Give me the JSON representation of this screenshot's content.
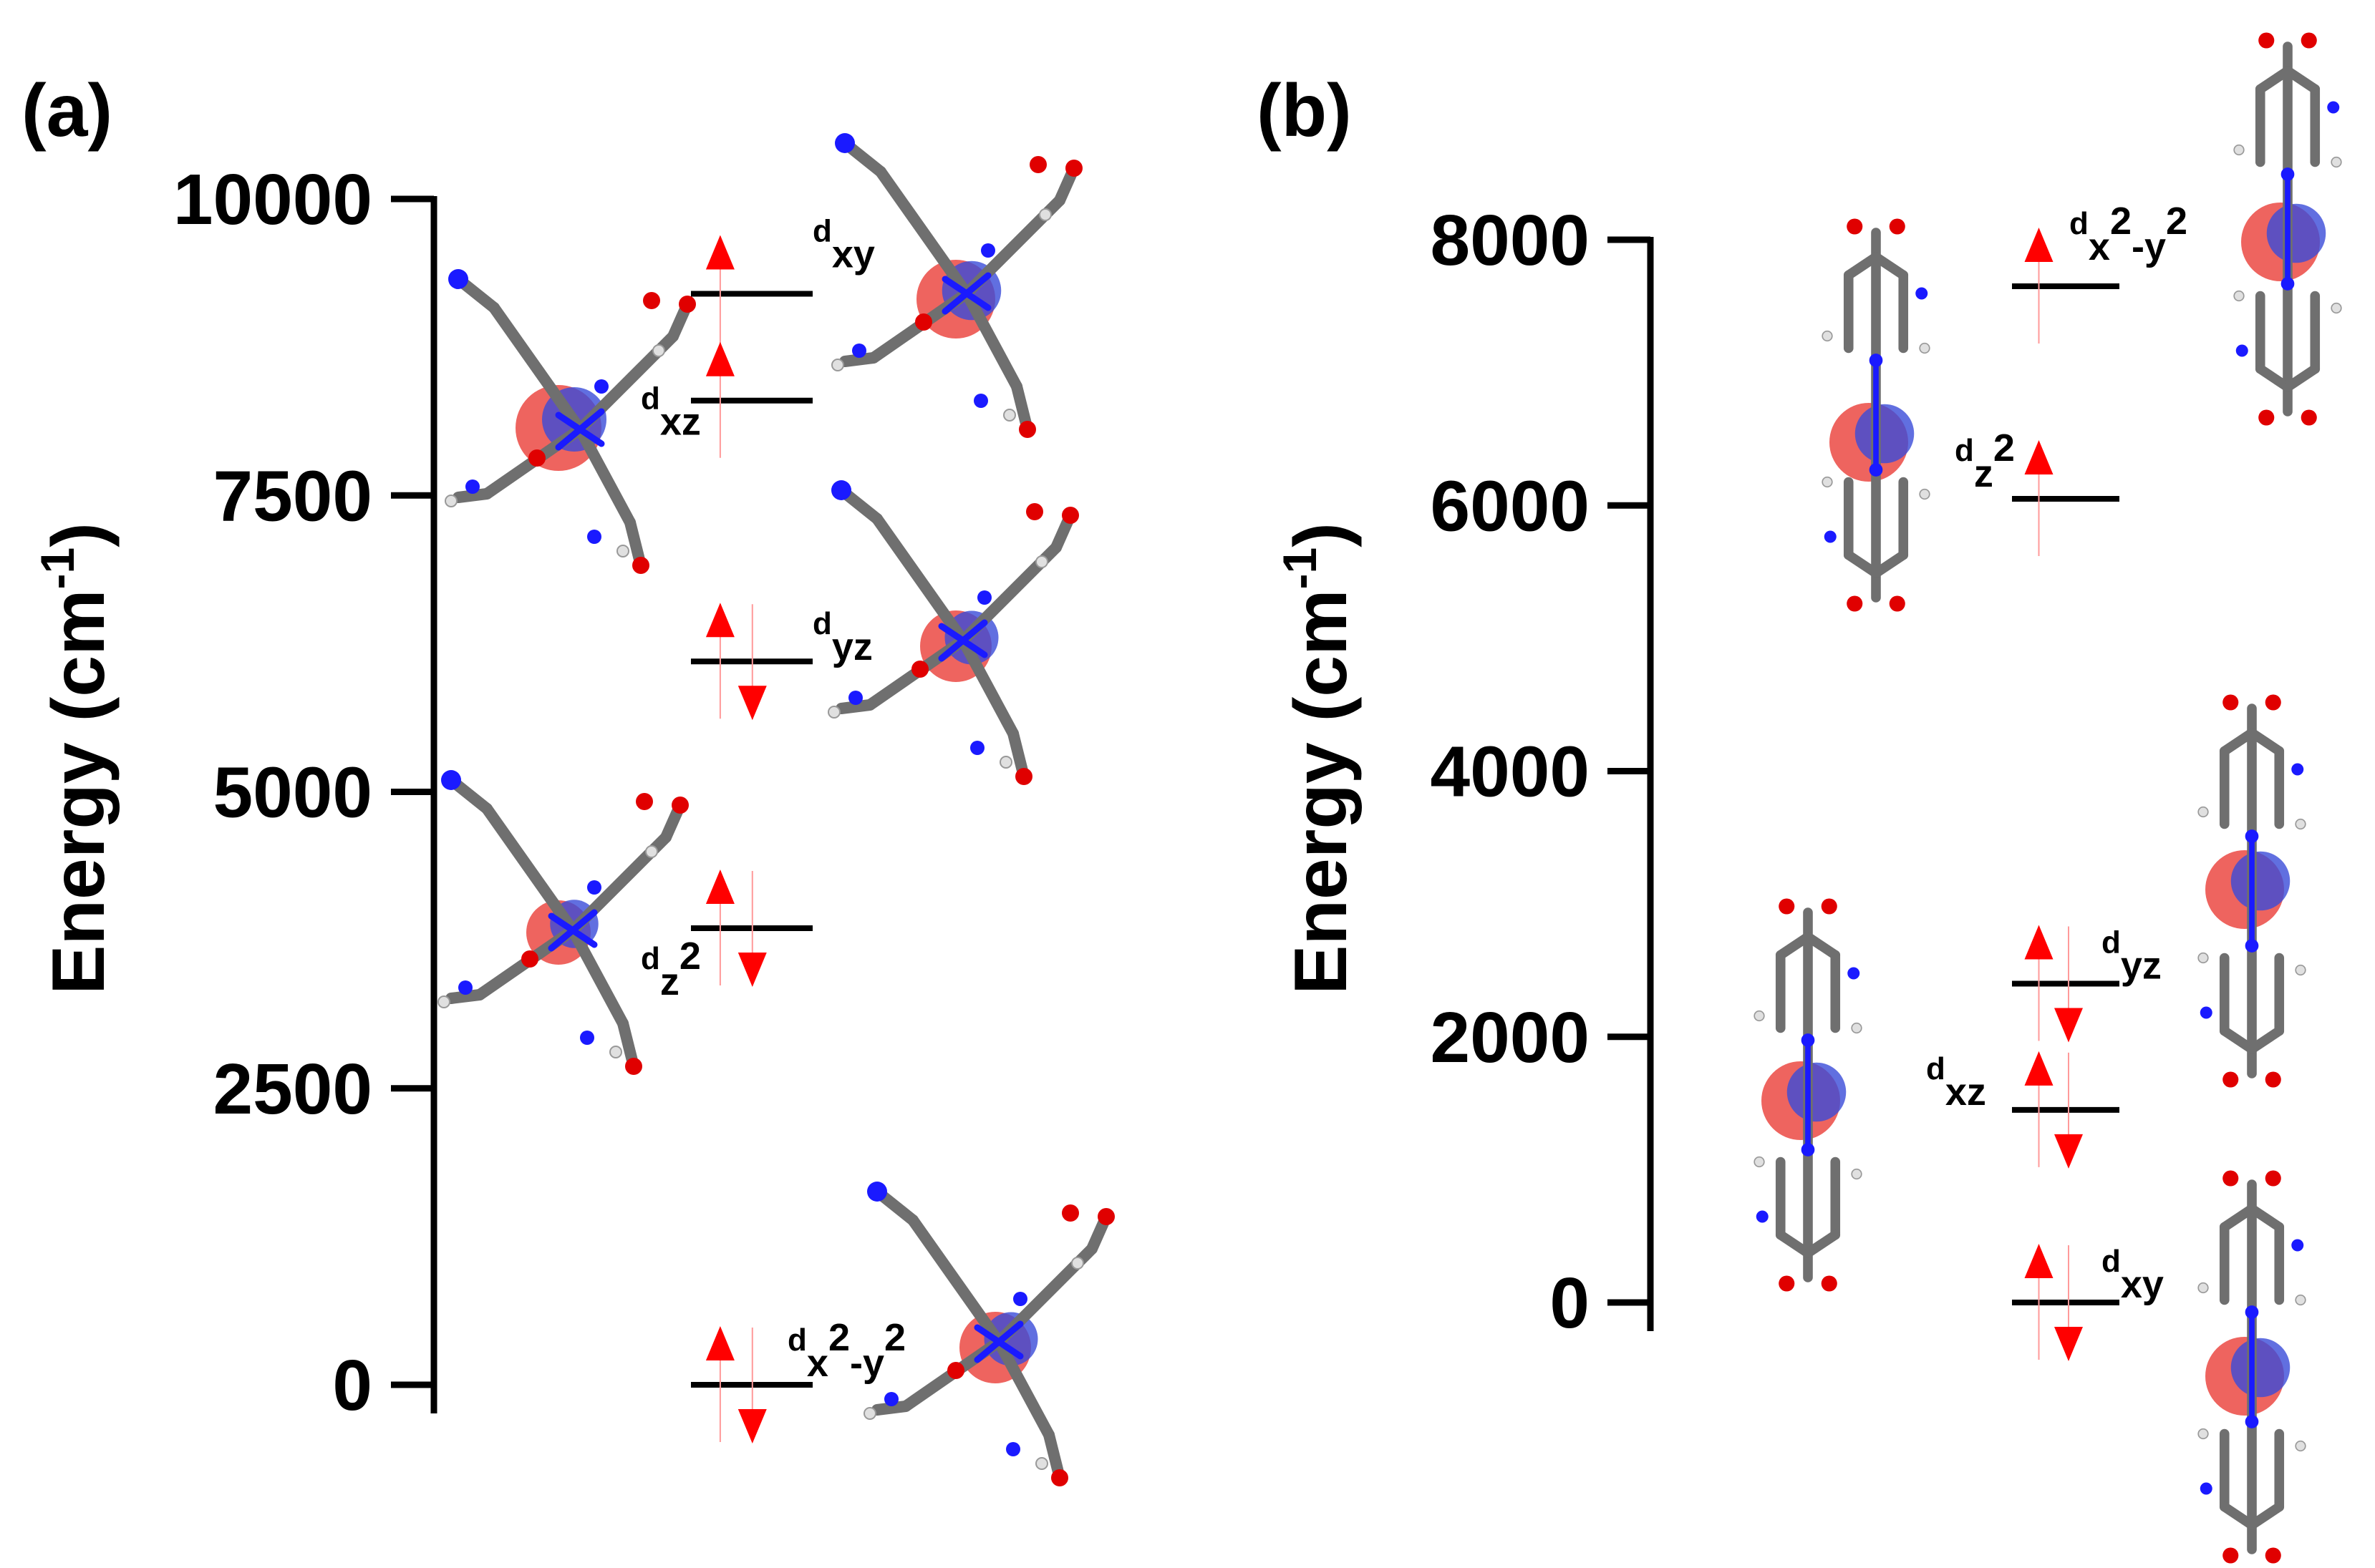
{
  "panels": [
    {
      "label": "(a)",
      "y_axis_label": "Energy (cm",
      "y_axis_sup": "-1",
      "y_axis_close": ")",
      "ylim": [
        0,
        10000
      ],
      "ticks": [
        "0",
        "2500",
        "5000",
        "7500",
        "10000"
      ],
      "levels": [
        {
          "orbital": "d",
          "sub": "xy",
          "energy": 9200,
          "spin": "up"
        },
        {
          "orbital": "d",
          "sub": "xz",
          "energy": 8300,
          "spin": "up"
        },
        {
          "orbital": "d",
          "sub": "yz",
          "energy": 6100,
          "spin": "pair"
        },
        {
          "orbital": "d",
          "sub": "z",
          "sup": "2",
          "energy": 3850,
          "spin": "pair"
        },
        {
          "orbital": "d",
          "sub": "x",
          "sup": "2",
          "sub2": "-y",
          "sup2": "2",
          "energy": 0,
          "spin": "pair"
        }
      ]
    },
    {
      "label": "(b)",
      "y_axis_label": "Energy (cm",
      "y_axis_sup": "-1",
      "y_axis_close": ")",
      "ylim": [
        0,
        8000
      ],
      "ticks": [
        "0",
        "2000",
        "4000",
        "6000",
        "8000"
      ],
      "levels": [
        {
          "orbital": "d",
          "sub": "x",
          "sup": "2",
          "sub2": "-y",
          "sup2": "2",
          "energy": 7650,
          "spin": "up"
        },
        {
          "orbital": "d",
          "sub": "z",
          "sup": "2",
          "energy": 6050,
          "spin": "up"
        },
        {
          "orbital": "d",
          "sub": "yz",
          "energy": 2400,
          "spin": "pair"
        },
        {
          "orbital": "d",
          "sub": "xz",
          "energy": 1450,
          "spin": "pair"
        },
        {
          "orbital": "d",
          "sub": "xy",
          "energy": 0,
          "spin": "pair"
        }
      ]
    }
  ],
  "colors": {
    "axis": "#000000",
    "spin_arrow": "#ff0000",
    "lobe_red": "#e8302a",
    "lobe_blue": "#3a4bd8",
    "atom_carbon": "#5a5a5a",
    "atom_oxygen": "#e00000",
    "atom_nitrogen": "#1a1aff",
    "atom_hydrogen": "#e0e0e0"
  },
  "icons": [
    "molecular-orbital-isosurface-image"
  ]
}
